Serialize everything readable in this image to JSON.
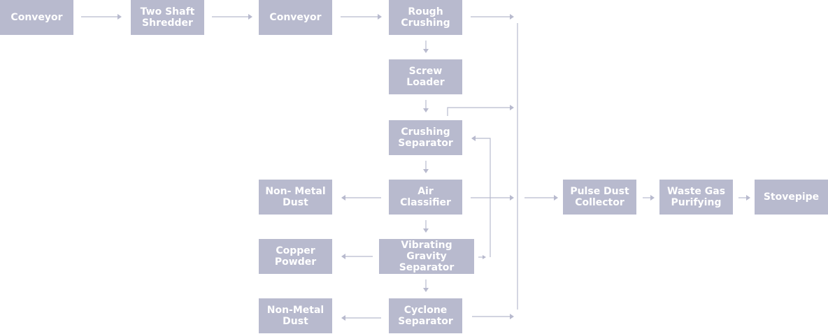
{
  "diagram": {
    "type": "process-flow",
    "colors": {
      "box_fill": "#b8bace",
      "box_text": "#ffffff",
      "connector": "#b8bace"
    },
    "nodes": {
      "conveyor_1": "Conveyor",
      "two_shaft_shredder": "Two Shaft\nShredder",
      "conveyor_2": "Conveyor",
      "rough_crushing": "Rough\nCrushing",
      "screw_loader": "Screw\nLoader",
      "crushing_separator": "Crushing\nSeparator",
      "air_classifier": "Air Classifier",
      "non_metal_dust_1": "Non- Metal\nDust",
      "vibrating_gravity_separator": "Vibrating Gravity\nSeparator",
      "copper_powder": "Copper\nPowder",
      "cyclone_separator": "Cyclone\nSeparator",
      "non_metal_dust_2": "Non-Metal\nDust",
      "pulse_dust_collector": "Pulse Dust\nCollector",
      "waste_gas_purifying": "Waste Gas\nPurifying",
      "stovepipe": "Stovepipe"
    },
    "edges": [
      [
        "conveyor_1",
        "two_shaft_shredder"
      ],
      [
        "two_shaft_shredder",
        "conveyor_2"
      ],
      [
        "conveyor_2",
        "rough_crushing"
      ],
      [
        "rough_crushing",
        "screw_loader"
      ],
      [
        "rough_crushing",
        "dust_bus"
      ],
      [
        "screw_loader",
        "crushing_separator"
      ],
      [
        "crushing_separator",
        "dust_bus"
      ],
      [
        "crushing_separator",
        "air_classifier"
      ],
      [
        "air_classifier",
        "non_metal_dust_1"
      ],
      [
        "air_classifier",
        "vibrating_gravity_separator"
      ],
      [
        "air_classifier",
        "dust_bus"
      ],
      [
        "vibrating_gravity_separator",
        "copper_powder"
      ],
      [
        "vibrating_gravity_separator",
        "crushing_separator"
      ],
      [
        "vibrating_gravity_separator",
        "cyclone_separator"
      ],
      [
        "cyclone_separator",
        "non_metal_dust_2"
      ],
      [
        "cyclone_separator",
        "dust_bus"
      ],
      [
        "dust_bus",
        "pulse_dust_collector"
      ],
      [
        "pulse_dust_collector",
        "waste_gas_purifying"
      ],
      [
        "waste_gas_purifying",
        "stovepipe"
      ]
    ]
  }
}
